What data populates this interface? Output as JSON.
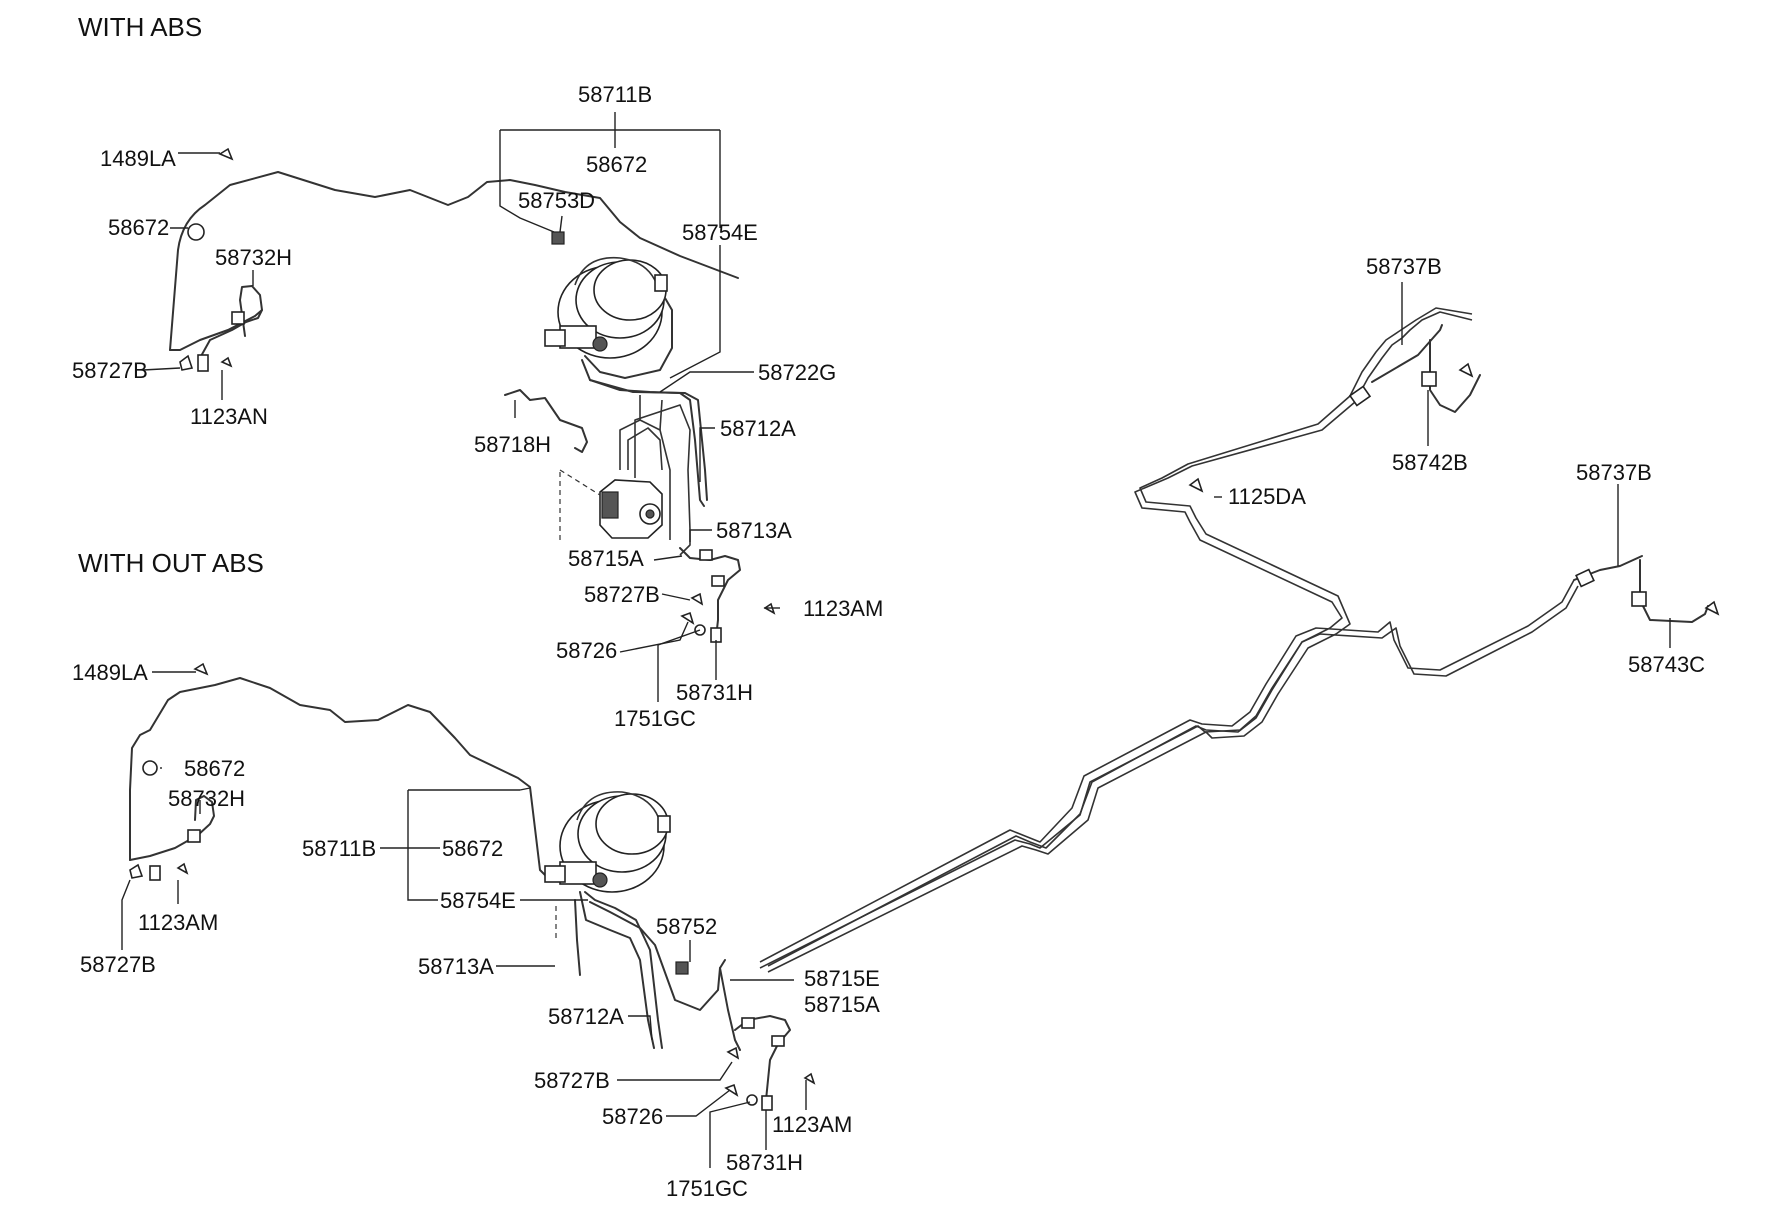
{
  "sections": {
    "with_abs": "WITH ABS",
    "without_abs": "WITH OUT  ABS"
  },
  "abs_labels": {
    "l_58711B": "58711B",
    "l_58672_top": "58672",
    "l_1489LA": "1489LA",
    "l_58672_left": "58672",
    "l_58753D": "58753D",
    "l_58754E": "58754E",
    "l_58732H": "58732H",
    "l_58727B": "58727B",
    "l_1123AN": "1123AN",
    "l_58722G": "58722G",
    "l_58712A": "58712A",
    "l_58718H": "58718H",
    "l_58713A": "58713A",
    "l_58715A": "58715A",
    "l_58727B_2": "58727B",
    "l_1123AM": "1123AM",
    "l_58726": "58726",
    "l_58731H": "58731H",
    "l_1751GC": "1751GC"
  },
  "noabs_labels": {
    "l_1489LA": "1489LA",
    "l_58672": "58672",
    "l_58732H": "58732H",
    "l_1123AM": "1123AM",
    "l_58727B": "58727B",
    "l_58711B": "58711B",
    "l_58672_b": "58672",
    "l_58754E": "58754E",
    "l_58752": "58752",
    "l_58713A": "58713A",
    "l_58715E": "58715E",
    "l_58715A": "58715A",
    "l_58712A": "58712A",
    "l_58727B_2": "58727B",
    "l_58726": "58726",
    "l_1123AM_2": "1123AM",
    "l_58731H": "58731H",
    "l_1751GC": "1751GC"
  },
  "rear_labels": {
    "l_58737B_top": "58737B",
    "l_58742B": "58742B",
    "l_1125DA": "1125DA",
    "l_58737B_right": "58737B",
    "l_58743C": "58743C"
  }
}
